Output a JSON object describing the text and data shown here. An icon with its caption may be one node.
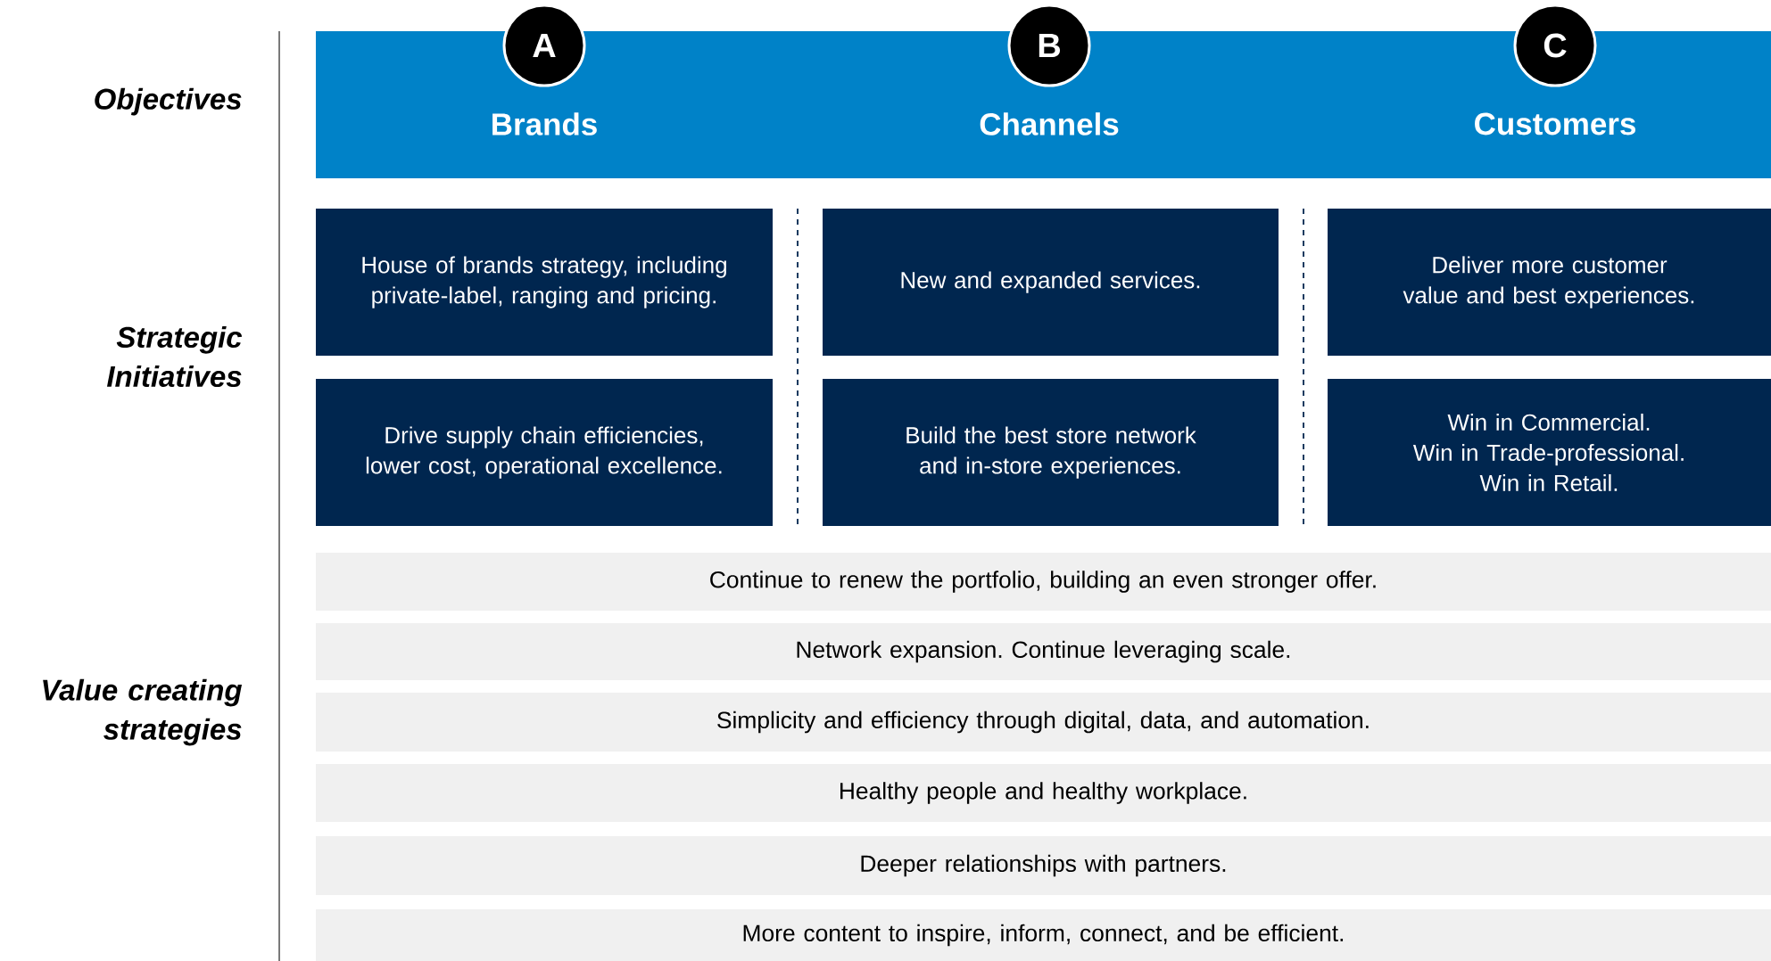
{
  "diagram": {
    "nodes": [
      {
        "text": [],
        "shape": "bar"
      },
      {
        "text": [
          "A"
        ]
      },
      {
        "text": [
          "Brands"
        ],
        "in": 0
      },
      {
        "text": [
          "B"
        ]
      },
      {
        "text": [
          "Channels"
        ],
        "in": 0
      },
      {
        "text": [
          "C"
        ]
      },
      {
        "text": [
          "Customers"
        ],
        "in": 0
      },
      {
        "text": [
          "House of brands strategy, including private-label, ranging and pricing."
        ]
      },
      {
        "text": [
          "New and expanded services."
        ]
      },
      {
        "text": [
          "Deliver more customer value and best experiences."
        ]
      },
      {
        "text": [
          "Drive supply chain efficiencies, lower cost, operational excellence."
        ]
      },
      {
        "text": [
          "Build the best store network and in-store experiences."
        ]
      },
      {
        "text": [
          "Win in Commercial.",
          "Win in Trade-professional.",
          "Win in Retail."
        ]
      },
      {
        "text": [
          "Continue to renew the portfolio, building an even stronger offer."
        ]
      },
      {
        "text": [
          "Network expansion. Continue leveraging scale."
        ]
      },
      {
        "text": [
          "Simplicity and efficiency through digital, data, and automation."
        ]
      },
      {
        "text": [
          "Healthy people and healthy workplace."
        ]
      },
      {
        "text": [
          "Deeper relationships with partners."
        ]
      },
      {
        "text": [
          "More content to inspire, inform, connect, and be efficient."
        ]
      }
    ],
    "labels": [
      "Objectives",
      "Strategic Initiatives",
      "Value creating strategies"
    ]
  }
}
